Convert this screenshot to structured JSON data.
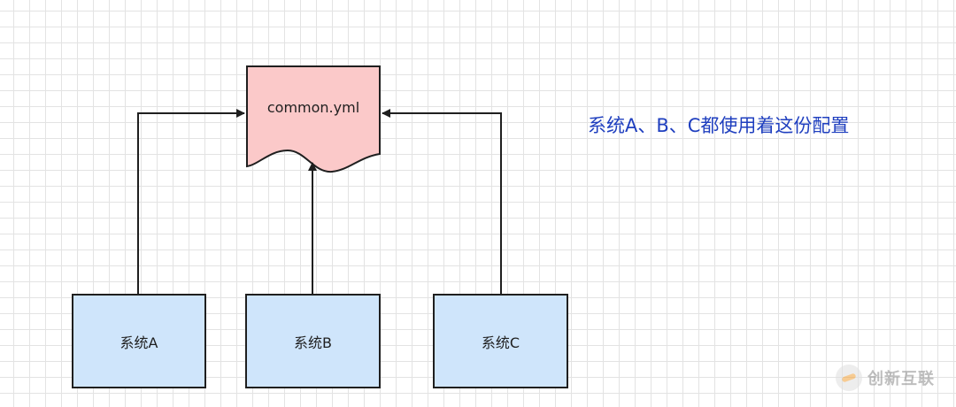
{
  "document": {
    "label": "common.yml",
    "fill": "#fbc9c9"
  },
  "systems": [
    {
      "label": "系统A"
    },
    {
      "label": "系统B"
    },
    {
      "label": "系统C"
    }
  ],
  "note": {
    "text": "系统A、B、C都使用着这份配置",
    "color": "#1f3fbf"
  },
  "watermark": {
    "text": "创新互联"
  },
  "colors": {
    "node_fill": "#cfe5fb",
    "stroke": "#1f1f1f",
    "grid": "#e3e3e3"
  }
}
